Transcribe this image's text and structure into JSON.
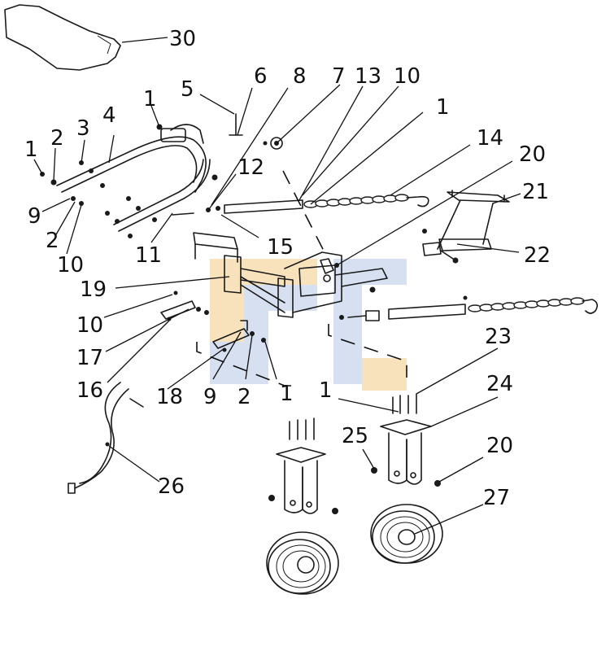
{
  "callouts": [
    {
      "id": "c30",
      "text": "30"
    },
    {
      "id": "c6",
      "text": "6"
    },
    {
      "id": "c8",
      "text": "8"
    },
    {
      "id": "c7",
      "text": "7"
    },
    {
      "id": "c13",
      "text": "13"
    },
    {
      "id": "c10a",
      "text": "10"
    },
    {
      "id": "c5",
      "text": "5"
    },
    {
      "id": "c1a",
      "text": "1"
    },
    {
      "id": "c4",
      "text": "4"
    },
    {
      "id": "c3",
      "text": "3"
    },
    {
      "id": "c2a",
      "text": "2"
    },
    {
      "id": "c1b",
      "text": "1"
    },
    {
      "id": "c1c",
      "text": "1"
    },
    {
      "id": "c14",
      "text": "14"
    },
    {
      "id": "c20a",
      "text": "20"
    },
    {
      "id": "c12",
      "text": "12"
    },
    {
      "id": "c21",
      "text": "21"
    },
    {
      "id": "c9a",
      "text": "9"
    },
    {
      "id": "c2b",
      "text": "2"
    },
    {
      "id": "c10b",
      "text": "10"
    },
    {
      "id": "c11",
      "text": "11"
    },
    {
      "id": "c15",
      "text": "15"
    },
    {
      "id": "c22",
      "text": "22"
    },
    {
      "id": "c19",
      "text": "19"
    },
    {
      "id": "c10c",
      "text": "10"
    },
    {
      "id": "c17",
      "text": "17"
    },
    {
      "id": "c16",
      "text": "16"
    },
    {
      "id": "c18",
      "text": "18"
    },
    {
      "id": "c9b",
      "text": "9"
    },
    {
      "id": "c2c",
      "text": "2"
    },
    {
      "id": "c1d",
      "text": "1"
    },
    {
      "id": "c1e",
      "text": "1"
    },
    {
      "id": "c23",
      "text": "23"
    },
    {
      "id": "c24",
      "text": "24"
    },
    {
      "id": "c25",
      "text": "25"
    },
    {
      "id": "c20b",
      "text": "20"
    },
    {
      "id": "c26",
      "text": "26"
    },
    {
      "id": "c27",
      "text": "27"
    }
  ],
  "colors": {
    "watermark_orange": "#f6d9a6",
    "watermark_blue": "#c9d6ec",
    "line": "#1a1a1a"
  }
}
